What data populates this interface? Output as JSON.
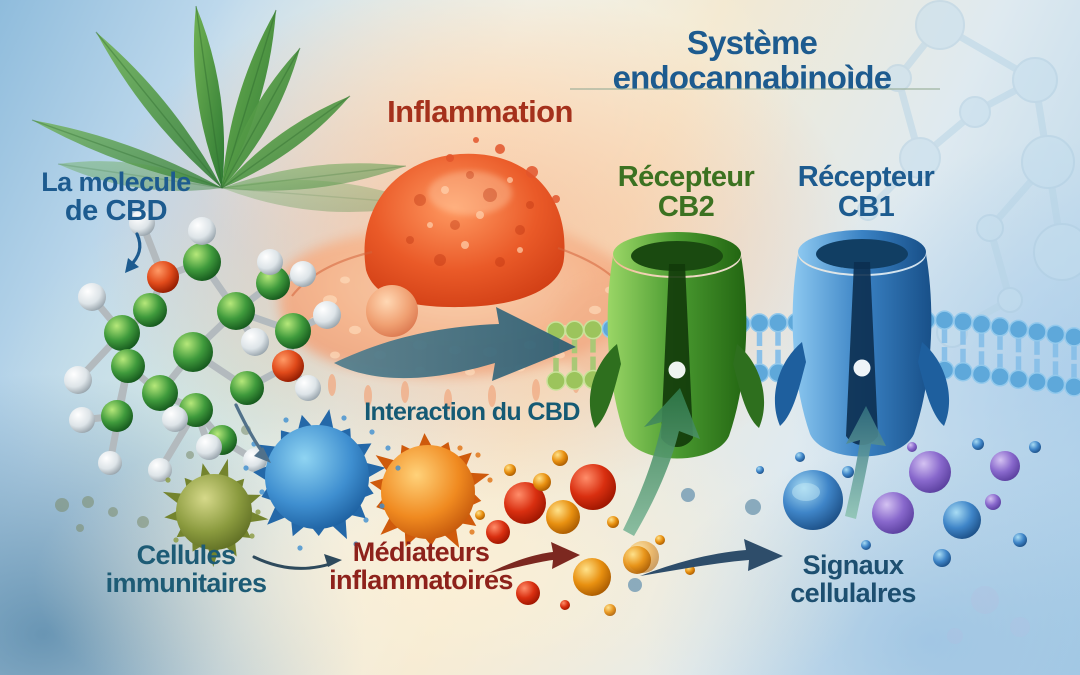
{
  "meta": {
    "language": "fr",
    "kind": "medical-infographic"
  },
  "title": {
    "text": "Système endocannabinoìde"
  },
  "labels": {
    "molecule_line1": "La molecule",
    "molecule_line2": "de CBD",
    "inflammation": "Inflammation",
    "receptor_cb2_line1": "Récepteur",
    "receptor_cb2_line2": "CB2",
    "receptor_cb1_line1": "Récepteur",
    "receptor_cb1_line2": "CB1",
    "interaction": "Interaction du CBD",
    "immune_line1": "Cellules",
    "immune_line2": "immunitaires",
    "mediators_line1": "Médiateurs",
    "mediators_line2": "inflammatoires",
    "signals_line1": "Signaux",
    "signals_line2": "cellulalres"
  },
  "colors": {
    "title_blue": "#1d5b8f",
    "inflammation_red": "#a5311c",
    "cb2_green": "#3c7221",
    "cb1_blue": "#1d5b8f",
    "interaction_teal": "#155a74",
    "immune_teal": "#1d5b75",
    "mediators_red": "#8e221b",
    "signals_blue": "#1d4f70",
    "receptor_green": "#4a9a30",
    "receptor_blue": "#2f7cc0",
    "membrane_blue": "#5ea8da",
    "membrane_green": "#9cc45c",
    "arrow_teal": "#3f7287",
    "carbon_green": "#3f9a3c",
    "oxygen_red": "#cc3a10",
    "hydrogen_white": "#e8eef0"
  },
  "illustration_elements": [
    "cannabis-leaf",
    "cbd-molecule",
    "inflamed-tissue",
    "cell-membrane",
    "cb2-receptor",
    "cb1-receptor",
    "immune-cells",
    "inflammatory-mediators",
    "cell-signals",
    "molecule-watermark"
  ],
  "flows": [
    {
      "from": "cbd-molecule",
      "to": "receptors",
      "label": "Interaction du CBD"
    },
    {
      "from": "cbd-molecule",
      "to": "immune-cells"
    },
    {
      "from": "immune-cells",
      "to": "inflammatory-mediators"
    },
    {
      "from": "inflammatory-mediators",
      "to": "cb2-receptor"
    },
    {
      "from": "inflammatory-mediators",
      "to": "cell-signals"
    },
    {
      "from": "cell-signals",
      "to": "cb1-receptor"
    }
  ]
}
